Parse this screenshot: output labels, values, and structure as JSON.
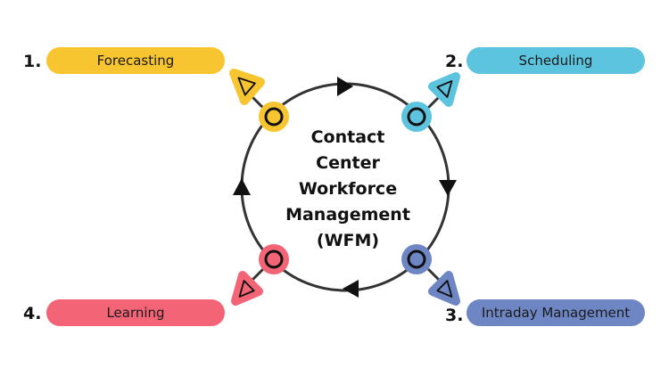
{
  "title_lines": [
    "Contact",
    "Center",
    "Workforce",
    "Management",
    "(WFM)"
  ],
  "steps": [
    {
      "number": "1.",
      "label": "Forecasting",
      "color": "#F7C530"
    },
    {
      "number": "2.",
      "label": "Scheduling",
      "color": "#5CC4DE"
    },
    {
      "number": "3.",
      "label": "Intraday Management",
      "color": "#6E87C4"
    },
    {
      "number": "4.",
      "label": "Learning",
      "color": "#F26476"
    }
  ]
}
